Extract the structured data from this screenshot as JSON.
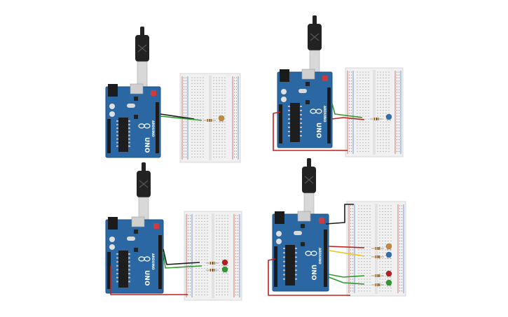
{
  "circuits": [
    {
      "id": "circuit-1",
      "leds": [
        {
          "color_name": "orange",
          "color": "#c88a3a"
        }
      ],
      "wires": [
        "black",
        "green"
      ]
    },
    {
      "id": "circuit-2",
      "leds": [
        {
          "color_name": "blue",
          "color": "#2f6fb0"
        }
      ],
      "wires": [
        "green",
        "red",
        "red"
      ]
    },
    {
      "id": "circuit-3",
      "leds": [
        {
          "color_name": "red",
          "color": "#b22020"
        },
        {
          "color_name": "green",
          "color": "#2e9a2e"
        }
      ],
      "wires": [
        "black",
        "green",
        "red"
      ]
    },
    {
      "id": "circuit-4",
      "leds": [
        {
          "color_name": "orange",
          "color": "#c88a3a"
        },
        {
          "color_name": "blue",
          "color": "#2f6fb0"
        },
        {
          "color_name": "red",
          "color": "#b22020"
        },
        {
          "color_name": "green",
          "color": "#2e9a2e"
        }
      ],
      "wires": [
        "black",
        "red",
        "yellow",
        "green",
        "red"
      ]
    }
  ],
  "colors": {
    "board": "#2a67a3",
    "board_dark": "#1d4f80",
    "breadboard": "#f1f1f1",
    "rail_red": "#d9534f",
    "rail_blue": "#5b7fc4",
    "usb_cable": "#222222",
    "usb_plug": "#d8d8d8",
    "wire_black": "#1a1a1a",
    "wire_green": "#2e9a2e",
    "wire_red": "#c0201d",
    "wire_yellow": "#e8c51a"
  },
  "board_label": "UNO",
  "board_brand": "ARDUINO"
}
